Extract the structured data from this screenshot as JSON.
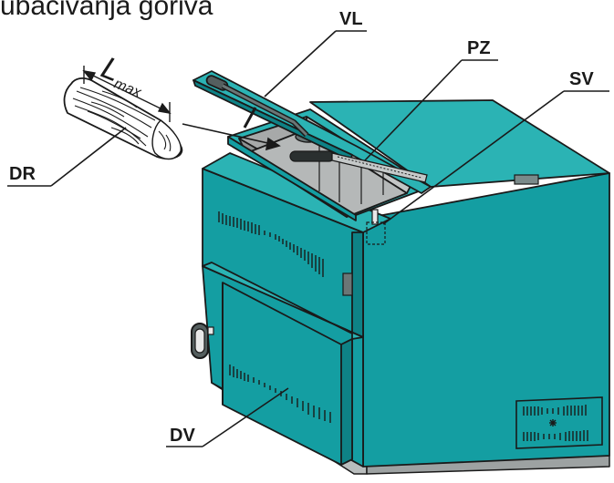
{
  "header": {
    "text": "ubacivanja goriva"
  },
  "labels": {
    "vl": "VL",
    "pz": "PZ",
    "sv": "SV",
    "dr": "DR",
    "dv": "DV"
  },
  "dimension": {
    "symbol": "L",
    "subscript": "max"
  },
  "colors": {
    "body": "#149ea2",
    "body_light": "#2bb3b4",
    "body_dark": "#0e8286",
    "outline": "#1a1a1a",
    "base": "#b9bdbd",
    "interior": "#a7a9a9",
    "wood": "#ffffff"
  },
  "icons": {
    "door_handle": "door-handle-icon",
    "sensor": "sensor-icon"
  }
}
